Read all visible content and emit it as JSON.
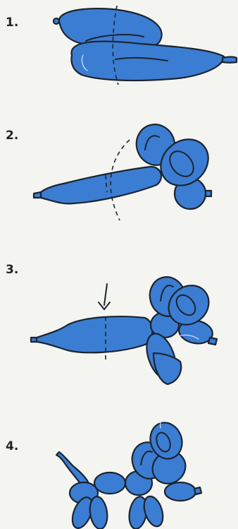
{
  "colors": {
    "balloon": "#3b7dd2",
    "outline": "#1c2430",
    "paper": "#f4f4f1"
  },
  "steps": [
    {
      "label": "1."
    },
    {
      "label": "2."
    },
    {
      "label": "3."
    },
    {
      "label": "4."
    }
  ]
}
